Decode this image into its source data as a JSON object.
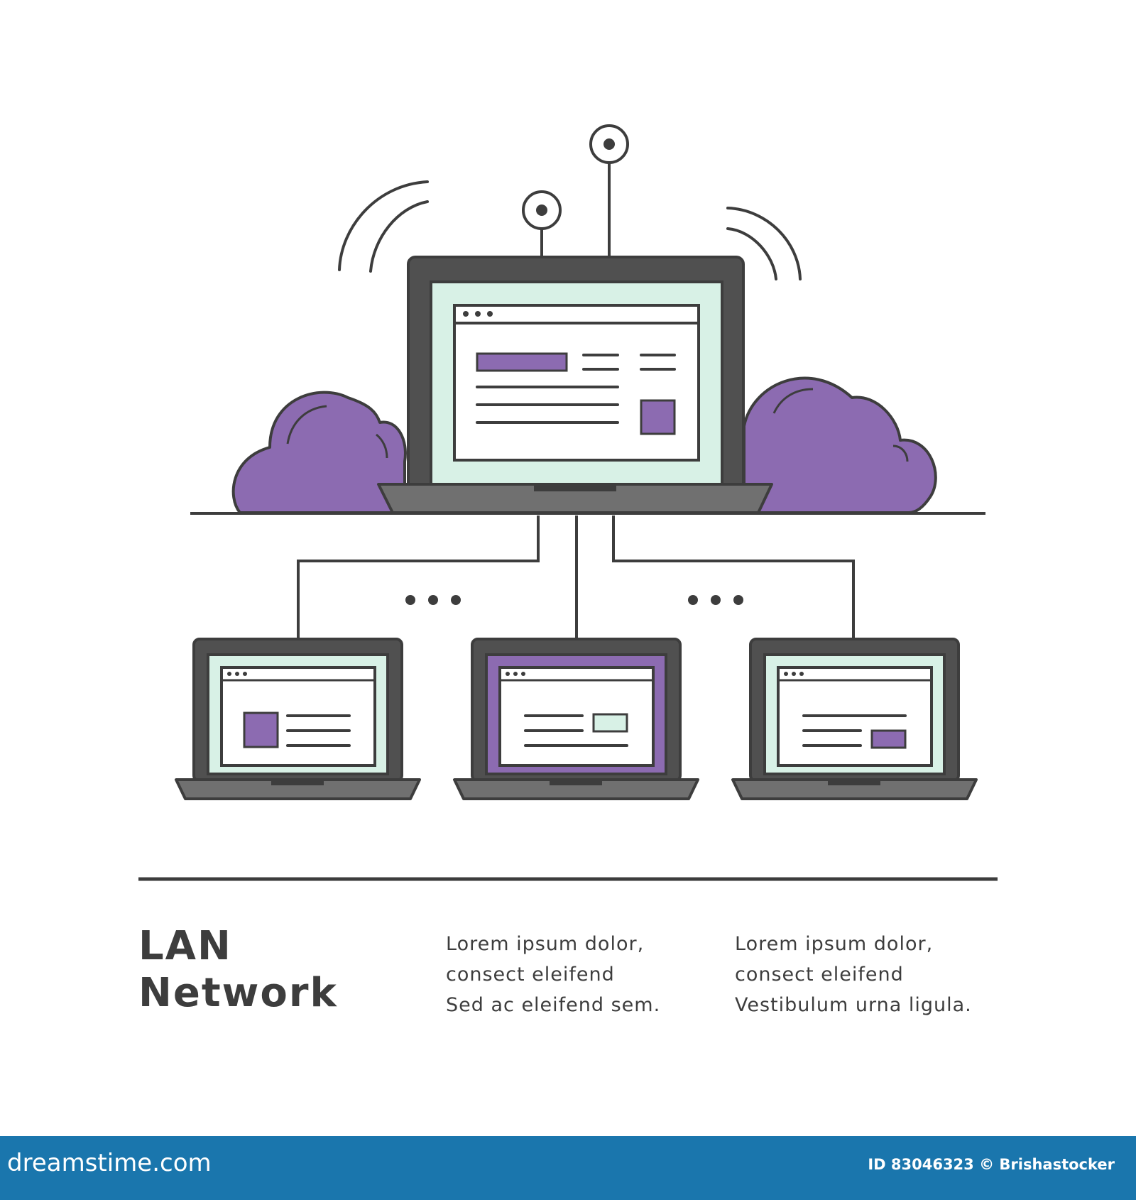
{
  "title": {
    "line1": "LAN",
    "line2": "Network"
  },
  "columns": [
    {
      "line1": "Lorem ipsum dolor,",
      "line2": "consect eleifend",
      "line3": "Sed ac eleifend sem."
    },
    {
      "line1": "Lorem ipsum dolor,",
      "line2": "consect eleifend",
      "line3": "Vestibulum urna ligula."
    }
  ],
  "footer": {
    "brand": "dreamstime.com",
    "credit": "ID 83046323 © Brishastocker"
  },
  "colors": {
    "purple": "#8c6bb1",
    "mint": "#d8f1e6",
    "dark_gray": "#505050",
    "mid_gray": "#707070",
    "outline": "#3d3d3d",
    "footer_bg": "#1a76ad"
  }
}
